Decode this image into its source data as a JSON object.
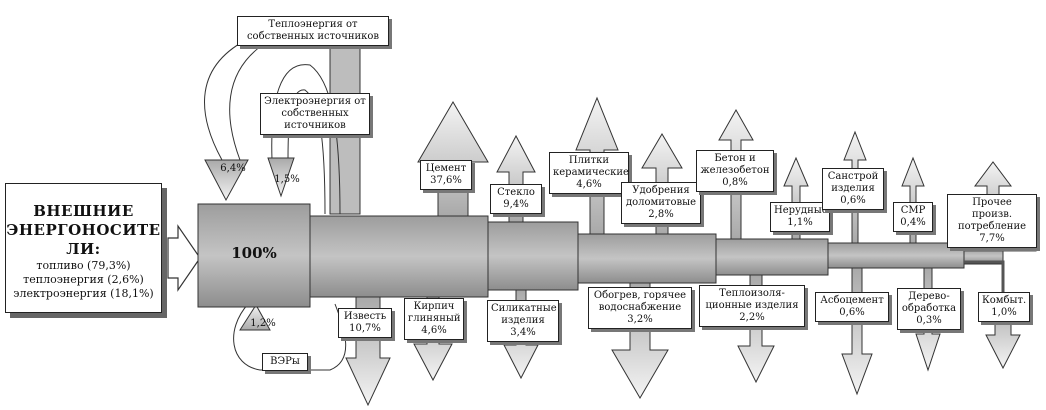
{
  "external": {
    "title": "ВНЕШНИЕ ЭНЕРГОНОСИТЕ ЛИ:",
    "lines": [
      "топливо (79,3%)",
      "теплоэнергия (2,6%)",
      "электроэнергия (18,1%)"
    ]
  },
  "center": "100%",
  "loops": {
    "heat_own": {
      "label": "Теплоэнергия от\nсобственных источников",
      "pct": "6,4%"
    },
    "elec_own": {
      "label": "Электроэнергия от\nсобственных\nисточников",
      "pct": "1,5%"
    },
    "ver": {
      "label": "ВЭРы",
      "pct": "1,2%"
    }
  },
  "outputs_up": [
    {
      "label": "Цемент\n37,6%"
    },
    {
      "label": "Стекло\n9,4%"
    },
    {
      "label": "Плитки\nкерамические\n4,6%"
    },
    {
      "label": "Удобрения\nдоломитовые\n2,8%"
    },
    {
      "label": "Бетон и\nжелезобетон\n0,8%"
    },
    {
      "label": "Нерудные\n1,1%"
    },
    {
      "label": "Санстрой\nизделия\n0,6%"
    },
    {
      "label": "СМР\n0,4%"
    },
    {
      "label": "Прочее произв.\nпотребление\n7,7%"
    }
  ],
  "outputs_down": [
    {
      "label": "Известь\n10,7%"
    },
    {
      "label": "Кирпич\nглиняный\n4,6%"
    },
    {
      "label": "Силикатные\nизделия\n3,4%"
    },
    {
      "label": "Обогрев, горячее\nводоснабжение\n3,2%"
    },
    {
      "label": "Теплоизоля-\nционные изделия\n2,2%"
    },
    {
      "label": "Асбоцемент\n0,6%"
    },
    {
      "label": "Дерево-\nобработка\n0,3%"
    },
    {
      "label": "Комбыт.\n1,0%"
    }
  ]
}
